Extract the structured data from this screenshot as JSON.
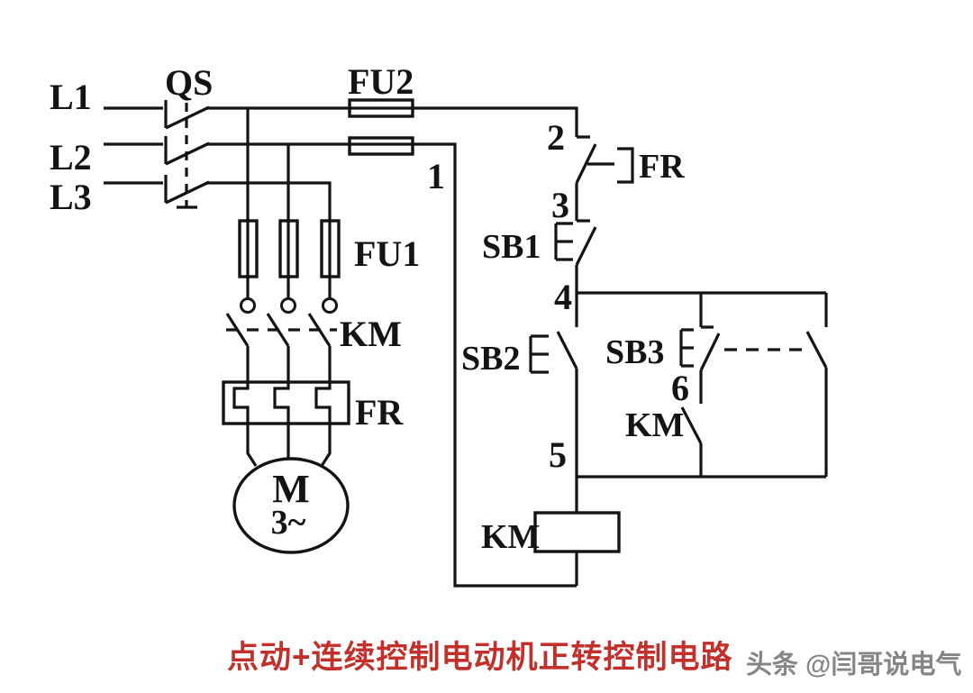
{
  "diagram": {
    "type": "electrical-schematic",
    "title": "点动+连续控制电动机正转控制电路",
    "watermark": "头条 @闫哥说电气",
    "colors": {
      "line": "#141414",
      "title": "#c2302c",
      "watermark": "#858585",
      "background": "#ffffff"
    },
    "power_circuit": {
      "phases": [
        "L1",
        "L2",
        "L3"
      ],
      "switch": "QS",
      "control_fuse": "FU2",
      "main_fuse": "FU1",
      "contactor": "KM",
      "overload_relay": "FR",
      "motor": "M",
      "motor_type": "3~"
    },
    "control_circuit": {
      "overload_contact": "FR",
      "stop_button": "SB1",
      "start_button": "SB2",
      "jog_button": "SB3",
      "selflock_contact": "KM",
      "coil": "KM",
      "nodes": [
        "1",
        "2",
        "3",
        "4",
        "5",
        "6"
      ]
    }
  }
}
